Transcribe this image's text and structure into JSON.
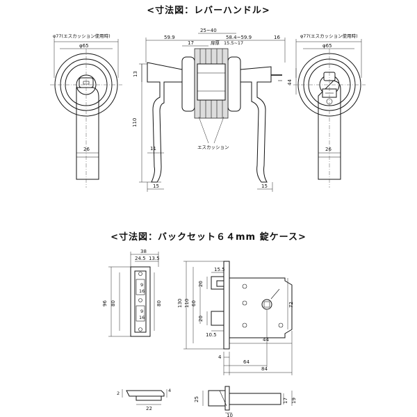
{
  "titles": {
    "lever": "<寸法図：レバーハンドル>",
    "backset": "<寸法図：バックセット６４mm 錠ケース>"
  },
  "lever_dims": {
    "d77_left": "φ77(エスカッション使用時)",
    "d65_left": "φ65",
    "w26_left": "26",
    "d59_9_left": "59.9",
    "range_25_40": "25~40",
    "range_58_4": "58.4~59.9",
    "d16": "16",
    "d17": "17",
    "door_thickness": "扉厚",
    "range_15_5": "15.5~17",
    "d13": "13",
    "d110": "110",
    "d11": "11",
    "escutcheon": "エスカッション",
    "d15_left": "15",
    "d15_right": "15",
    "d77_right": "φ77(エスカッション使用時)",
    "d65_right": "φ65",
    "d44": "44",
    "w26_right": "26"
  },
  "case_dims": {
    "d38": "38",
    "d24_5": "24.5",
    "d13_5": "13.5",
    "d96": "96",
    "d80_left": "80",
    "d80_right": "80",
    "d9_top": "9",
    "d16_top": "16",
    "d9_bot": "9",
    "d16_bot": "16",
    "d15_5": "15.5",
    "d130": "130",
    "d110": "110",
    "d60": "60",
    "d20_top": "20",
    "d20_bot": "20",
    "d72": "72",
    "d10_5": "10.5",
    "d44": "44",
    "d4": "4",
    "d64": "64",
    "d84": "84",
    "d2": "2",
    "d4_small": "4",
    "d22": "22",
    "d25": "25",
    "d10": "10",
    "d17": "17",
    "d19": "19"
  }
}
